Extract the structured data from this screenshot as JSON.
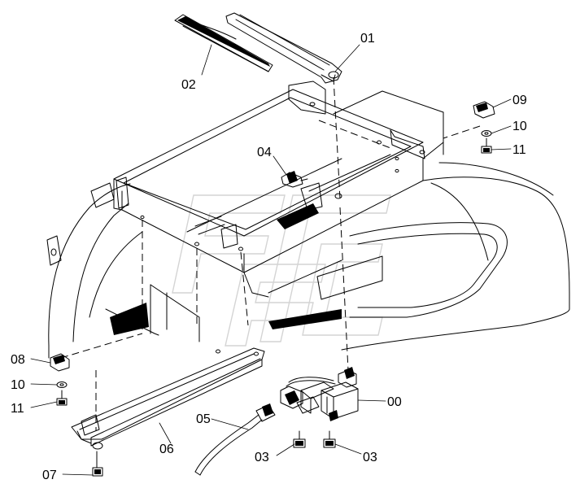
{
  "callouts": {
    "c01": "01",
    "c02": "02",
    "c04": "04",
    "c09": "09",
    "c10a": "10",
    "c11a": "11",
    "c08": "08",
    "c10b": "10",
    "c11b": "11",
    "c00": "00",
    "c05": "05",
    "c06": "06",
    "c03a": "03",
    "c03b": "03",
    "c07": "07"
  },
  "icons": {
    "watermark": "watermark-logo-icon"
  }
}
